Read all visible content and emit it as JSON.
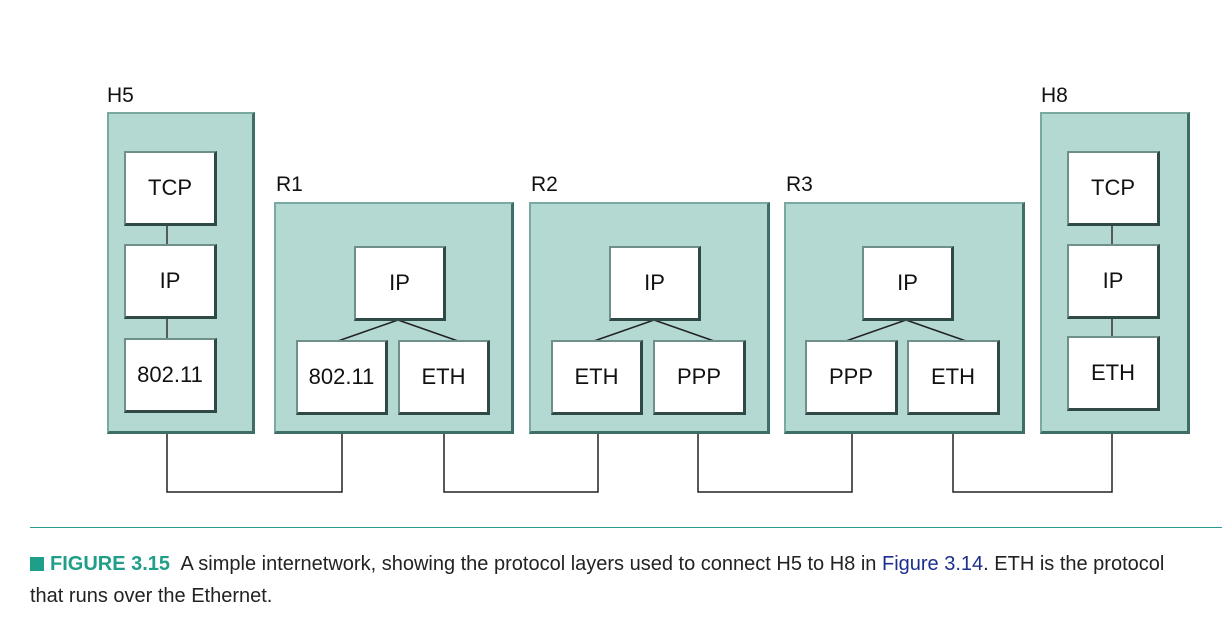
{
  "nodes": {
    "h5": {
      "label": "H5",
      "layers": {
        "tcp": "TCP",
        "ip": "IP",
        "link": "802.11"
      }
    },
    "r1": {
      "label": "R1",
      "layers": {
        "ip": "IP",
        "left": "802.11",
        "right": "ETH"
      }
    },
    "r2": {
      "label": "R2",
      "layers": {
        "ip": "IP",
        "left": "ETH",
        "right": "PPP"
      }
    },
    "r3": {
      "label": "R3",
      "layers": {
        "ip": "IP",
        "left": "PPP",
        "right": "ETH"
      }
    },
    "h8": {
      "label": "H8",
      "layers": {
        "tcp": "TCP",
        "ip": "IP",
        "link": "ETH"
      }
    }
  },
  "caption": {
    "label": "FIGURE 3.15",
    "text_before": "A simple internetwork, showing the protocol layers used to connect H5 to H8 in",
    "link": "Figure 3.14",
    "text_after": ". ETH is the protocol that runs over the Ethernet."
  },
  "colors": {
    "panel_fill": "#b3d9d2",
    "accent": "#1f9e88",
    "link_text": "#1d2f8c"
  }
}
